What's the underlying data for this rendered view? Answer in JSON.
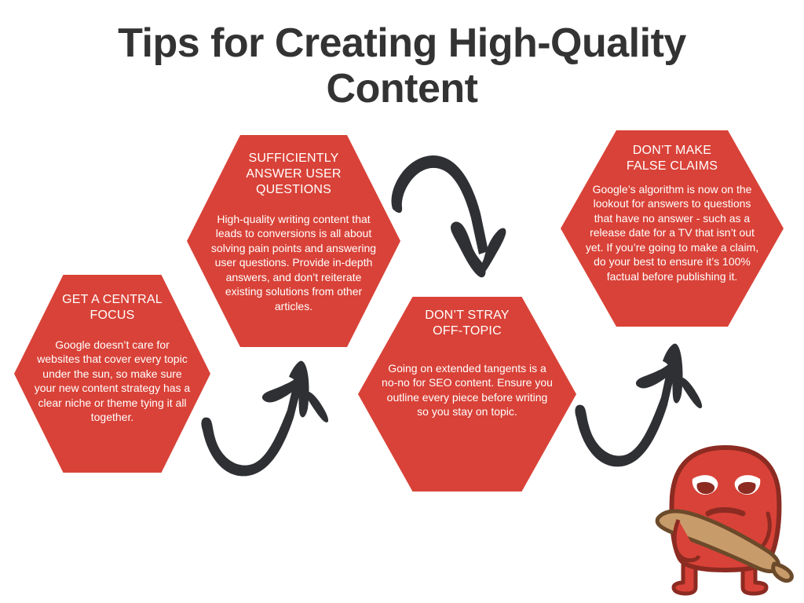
{
  "page": {
    "title_line1": "Tips for Creating High-Quality",
    "title_line2": "Content",
    "title_full": "Tips for Creating High-Quality\nContent",
    "background_color": "#FFFFFF",
    "title_color": "#333333",
    "accent_color": "#D94238",
    "arrow_color": "#2E3033",
    "bat_color": "#C89B6A",
    "bat_outline_color": "#6B4A2A",
    "mascot_outline_color": "#8C2B22"
  },
  "tips": [
    {
      "id": "get-a-central-focus",
      "heading": "GET A CENTRAL\nFOCUS",
      "body": "Google doesn’t care for websites that cover every topic under the sun, so make sure your new content strategy has a clear niche or theme tying it all together."
    },
    {
      "id": "sufficiently-answer-user-questions",
      "heading": "SUFFICIENTLY\nANSWER USER\nQUESTIONS",
      "body": "High-quality writing content that leads to conversions is all about solving pain points and answering user questions. Provide in-depth answers, and don’t reiterate existing solutions from other articles."
    },
    {
      "id": "dont-stray-off-topic",
      "heading": "DON’T STRAY\nOFF-TOPIC",
      "body": "Going on extended tangents is a no-no for SEO content. Ensure you outline every piece before writing so you stay on topic."
    },
    {
      "id": "dont-make-false-claims",
      "heading": "DON’T MAKE\nFALSE CLAIMS",
      "body": "Google’s algorithm is now on the lookout for answers to questions that have no answer - such as a release date for a TV that isn’t out yet. If you’re going to make a claim, do your best to ensure it’s 100% factual before publishing it."
    }
  ],
  "arrows": [
    {
      "id": "arrow-focus-to-questions",
      "direction": "curve-up-right"
    },
    {
      "id": "arrow-questions-to-offtopic",
      "direction": "arc-down-right"
    },
    {
      "id": "arrow-offtopic-to-claims",
      "direction": "curve-up-right"
    }
  ],
  "mascot": {
    "id": "angry-red-blob-mascot",
    "description": "Angry red blob character holding a wooden bat"
  }
}
